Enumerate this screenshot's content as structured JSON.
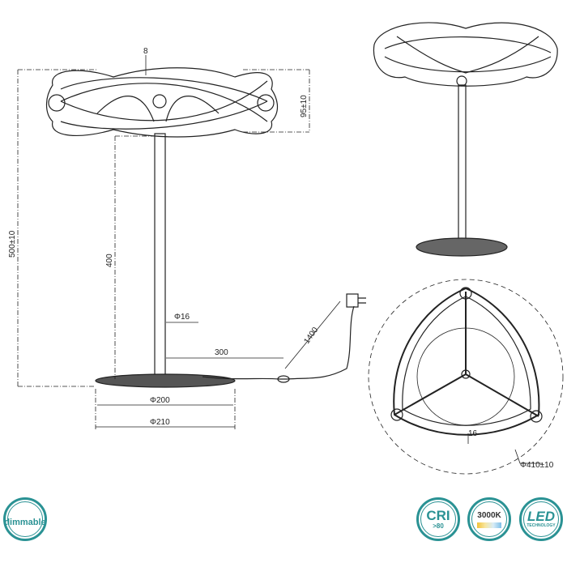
{
  "dimensions": {
    "leader_label": "8",
    "shade_height": "95±10",
    "total_height": "500±10",
    "stem_height": "400",
    "stem_diameter": "Φ16",
    "cable_to_switch": "300",
    "cable_length": "1400",
    "base_diameter_inner": "Φ200",
    "base_diameter_outer": "Φ210",
    "ring_width": "16",
    "shade_diameter": "Φ410±10"
  },
  "badges": {
    "dimmable": "dimmable",
    "cri": {
      "main": "CRI",
      "sub": ">80"
    },
    "color_temp": "3000K",
    "led": {
      "main": "LED",
      "sub": "TECHNOLOGY"
    }
  },
  "colors": {
    "badge": "#2a9294",
    "line": "#222222"
  }
}
